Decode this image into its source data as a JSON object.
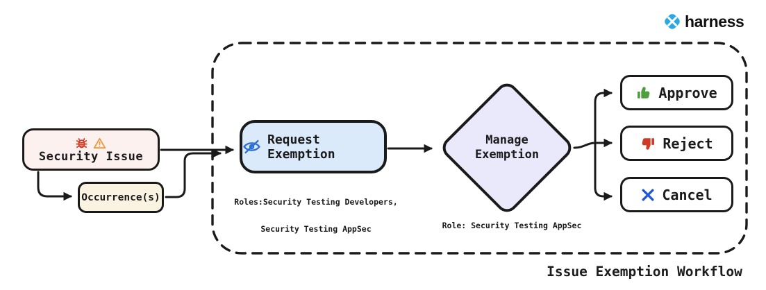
{
  "brand": {
    "name": "harness",
    "logo_icon": "harness-logo-icon",
    "logo_color": "#29a8e2"
  },
  "workflow": {
    "title": "Issue Exemption Workflow",
    "colors": {
      "edge": "#1a1a1a",
      "bug": "#d43b26",
      "warning": "#e79a3c",
      "eye": "#2e6fd4",
      "approve": "#4f9e3e",
      "reject": "#cf3a27",
      "cancel": "#2356d9",
      "security_issue_fill": "#fdf1f0",
      "occurrence_fill": "#fbf3e1",
      "request_fill": "#daeafb",
      "manage_fill": "#eae8fb",
      "action_fill": "#ffffff"
    },
    "nodes": {
      "security_issue": {
        "label": "Security Issue",
        "icons": [
          "bug-icon",
          "warning-icon"
        ]
      },
      "occurrences": {
        "label": "Occurrence(s)"
      },
      "request_exemption": {
        "label": "Request Exemption",
        "icon": "eye-slash-icon",
        "roles_caption_line1": "Roles:Security Testing Developers,",
        "roles_caption_line2": "Security Testing AppSec"
      },
      "manage_exemption": {
        "label_line1": "Manage",
        "label_line2": "Exemption",
        "role_caption": "Role: Security Testing AppSec"
      },
      "approve": {
        "label": "Approve",
        "icon": "thumbs-up-icon"
      },
      "reject": {
        "label": "Reject",
        "icon": "thumbs-down-icon"
      },
      "cancel": {
        "label": "Cancel",
        "icon": "x-icon"
      }
    }
  }
}
